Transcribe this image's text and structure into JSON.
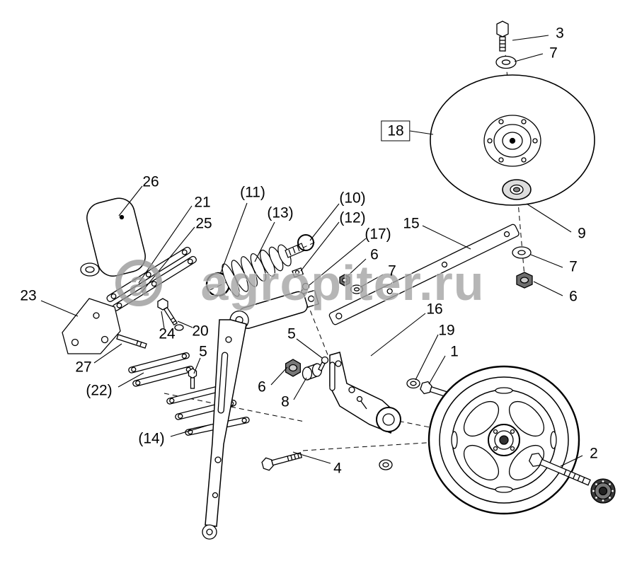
{
  "watermark": {
    "text": "agropiter.ru",
    "logo_text": "a"
  },
  "colors": {
    "line": "#000000",
    "background": "#ffffff",
    "watermark_gray": "#a0a0a0",
    "metal_dark": "#6e6e6e"
  },
  "labels": [
    {
      "text": "3"
    },
    {
      "text": "7"
    },
    {
      "text": "18"
    },
    {
      "text": "9"
    },
    {
      "text": "7"
    },
    {
      "text": "6"
    },
    {
      "text": "26"
    },
    {
      "text": "21"
    },
    {
      "text": "(11)"
    },
    {
      "text": "(13)"
    },
    {
      "text": "(10)"
    },
    {
      "text": "(12)"
    },
    {
      "text": "(17)"
    },
    {
      "text": "6"
    },
    {
      "text": "7"
    },
    {
      "text": "15"
    },
    {
      "text": "25"
    },
    {
      "text": "23"
    },
    {
      "text": "24"
    },
    {
      "text": "20"
    },
    {
      "text": "27"
    },
    {
      "text": "(22)"
    },
    {
      "text": "5"
    },
    {
      "text": "16"
    },
    {
      "text": "19"
    },
    {
      "text": "1"
    },
    {
      "text": "5"
    },
    {
      "text": "6"
    },
    {
      "text": "8"
    },
    {
      "text": "(14)"
    },
    {
      "text": "4"
    },
    {
      "text": "2"
    }
  ]
}
